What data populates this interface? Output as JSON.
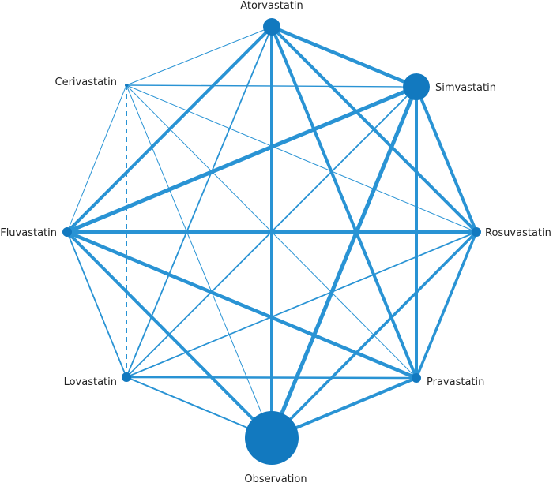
{
  "colors": {
    "edge": "#2993d4",
    "node": "#1279bf",
    "label": "#222222"
  },
  "nodes": [
    {
      "id": "Atorvastatin",
      "label": "Atorvastatin",
      "size": 11
    },
    {
      "id": "Simvastatin",
      "label": "Simvastatin",
      "size": 17
    },
    {
      "id": "Rosuvastatin",
      "label": "Rosuvastatin",
      "size": 6
    },
    {
      "id": "Pravastatin",
      "label": "Pravastatin",
      "size": 6
    },
    {
      "id": "Observation",
      "label": "Observation",
      "size": 34
    },
    {
      "id": "Lovastatin",
      "label": "Lovastatin",
      "size": 6
    },
    {
      "id": "Fluvastatin",
      "label": "Fluvastatin",
      "size": 6
    },
    {
      "id": "Cerivastatin",
      "label": "Cerivastatin",
      "size": 2
    }
  ],
  "edges": [
    {
      "from": "Atorvastatin",
      "to": "Simvastatin",
      "weight": 4.5
    },
    {
      "from": "Atorvastatin",
      "to": "Fluvastatin",
      "weight": 4
    },
    {
      "from": "Atorvastatin",
      "to": "Observation",
      "weight": 4
    },
    {
      "from": "Atorvastatin",
      "to": "Pravastatin",
      "weight": 4
    },
    {
      "from": "Atorvastatin",
      "to": "Rosuvastatin",
      "weight": 4
    },
    {
      "from": "Atorvastatin",
      "to": "Lovastatin",
      "weight": 1.8
    },
    {
      "from": "Atorvastatin",
      "to": "Cerivastatin",
      "weight": 1
    },
    {
      "from": "Cerivastatin",
      "to": "Simvastatin",
      "weight": 1.4
    },
    {
      "from": "Cerivastatin",
      "to": "Fluvastatin",
      "weight": 1
    },
    {
      "from": "Cerivastatin",
      "to": "Lovastatin",
      "weight": 2,
      "dashed": true
    },
    {
      "from": "Cerivastatin",
      "to": "Rosuvastatin",
      "weight": 1
    },
    {
      "from": "Cerivastatin",
      "to": "Pravastatin",
      "weight": 1
    },
    {
      "from": "Cerivastatin",
      "to": "Observation",
      "weight": 1
    },
    {
      "from": "Simvastatin",
      "to": "Fluvastatin",
      "weight": 5
    },
    {
      "from": "Simvastatin",
      "to": "Rosuvastatin",
      "weight": 4
    },
    {
      "from": "Simvastatin",
      "to": "Pravastatin",
      "weight": 4
    },
    {
      "from": "Simvastatin",
      "to": "Observation",
      "weight": 5
    },
    {
      "from": "Simvastatin",
      "to": "Lovastatin",
      "weight": 1.8
    },
    {
      "from": "Fluvastatin",
      "to": "Rosuvastatin",
      "weight": 4
    },
    {
      "from": "Fluvastatin",
      "to": "Pravastatin",
      "weight": 4.5
    },
    {
      "from": "Fluvastatin",
      "to": "Observation",
      "weight": 4
    },
    {
      "from": "Fluvastatin",
      "to": "Lovastatin",
      "weight": 1.8
    },
    {
      "from": "Rosuvastatin",
      "to": "Pravastatin",
      "weight": 3.5
    },
    {
      "from": "Rosuvastatin",
      "to": "Observation",
      "weight": 3.5
    },
    {
      "from": "Rosuvastatin",
      "to": "Lovastatin",
      "weight": 1.8
    },
    {
      "from": "Pravastatin",
      "to": "Observation",
      "weight": 4
    },
    {
      "from": "Pravastatin",
      "to": "Lovastatin",
      "weight": 2.5
    },
    {
      "from": "Lovastatin",
      "to": "Observation",
      "weight": 2
    }
  ]
}
